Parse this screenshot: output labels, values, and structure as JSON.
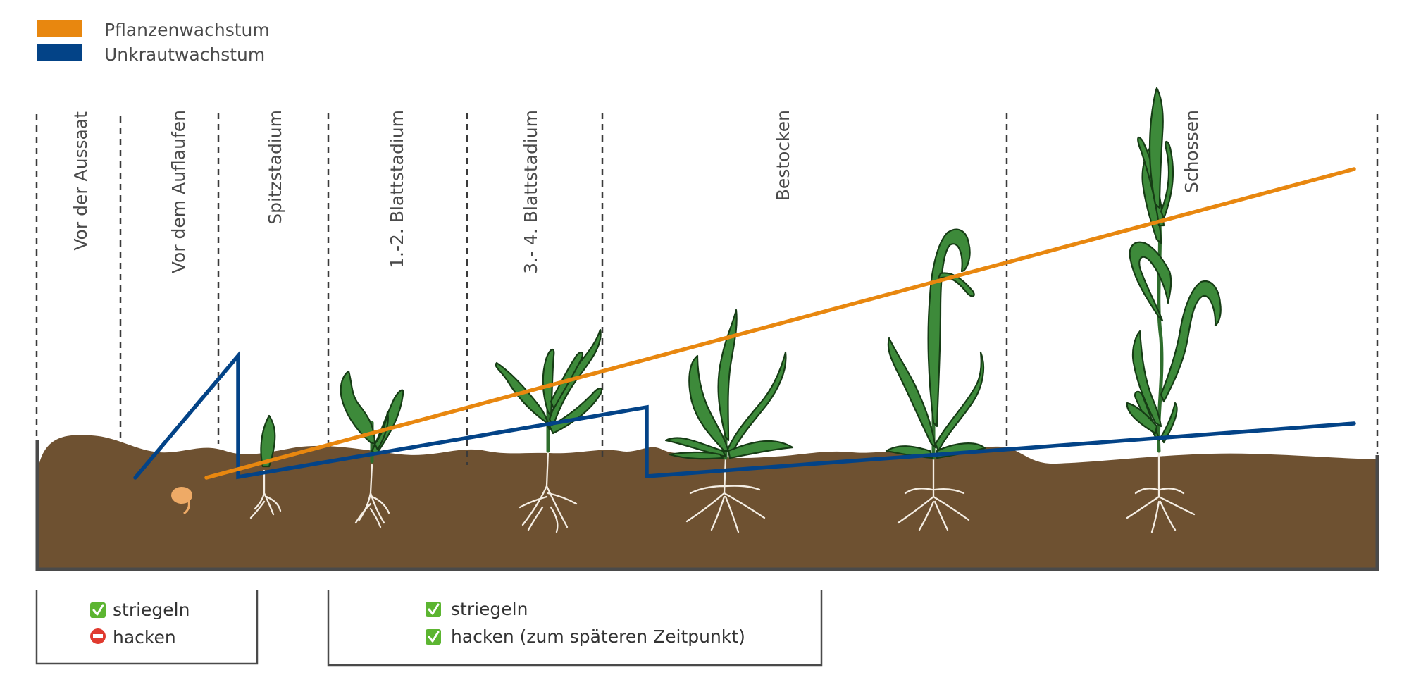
{
  "legend": {
    "items": [
      {
        "label": "Pflanzenwachstum",
        "color": "#e8870f"
      },
      {
        "label": "Unkrautwachstum",
        "color": "#034387"
      }
    ]
  },
  "stages": [
    "Vor der Aussaat",
    "Vor dem Auflaufen",
    "Spitzstadium",
    "1.-2. Blattstadium",
    "3.- 4. Blattstadium",
    "Bestocken",
    "Schossen"
  ],
  "notes": [
    {
      "items": [
        {
          "text": "striegeln",
          "status": "allowed",
          "icon": "check-icon",
          "color": "#5cb531"
        },
        {
          "text": "hacken",
          "status": "not-allowed",
          "icon": "no-entry-icon",
          "color": "#e03a2f"
        }
      ]
    },
    {
      "items": [
        {
          "text": "striegeln",
          "status": "allowed",
          "icon": "check-icon",
          "color": "#5cb531"
        },
        {
          "text": "hacken (zum späteren Zeitpunkt)",
          "status": "allowed",
          "icon": "check-icon",
          "color": "#5cb531"
        }
      ]
    }
  ],
  "colors": {
    "soil": "#6e5131",
    "soil_edge": "#4a4a4a",
    "leaf": "#3d8a3a",
    "seed": "#eeaa66"
  }
}
